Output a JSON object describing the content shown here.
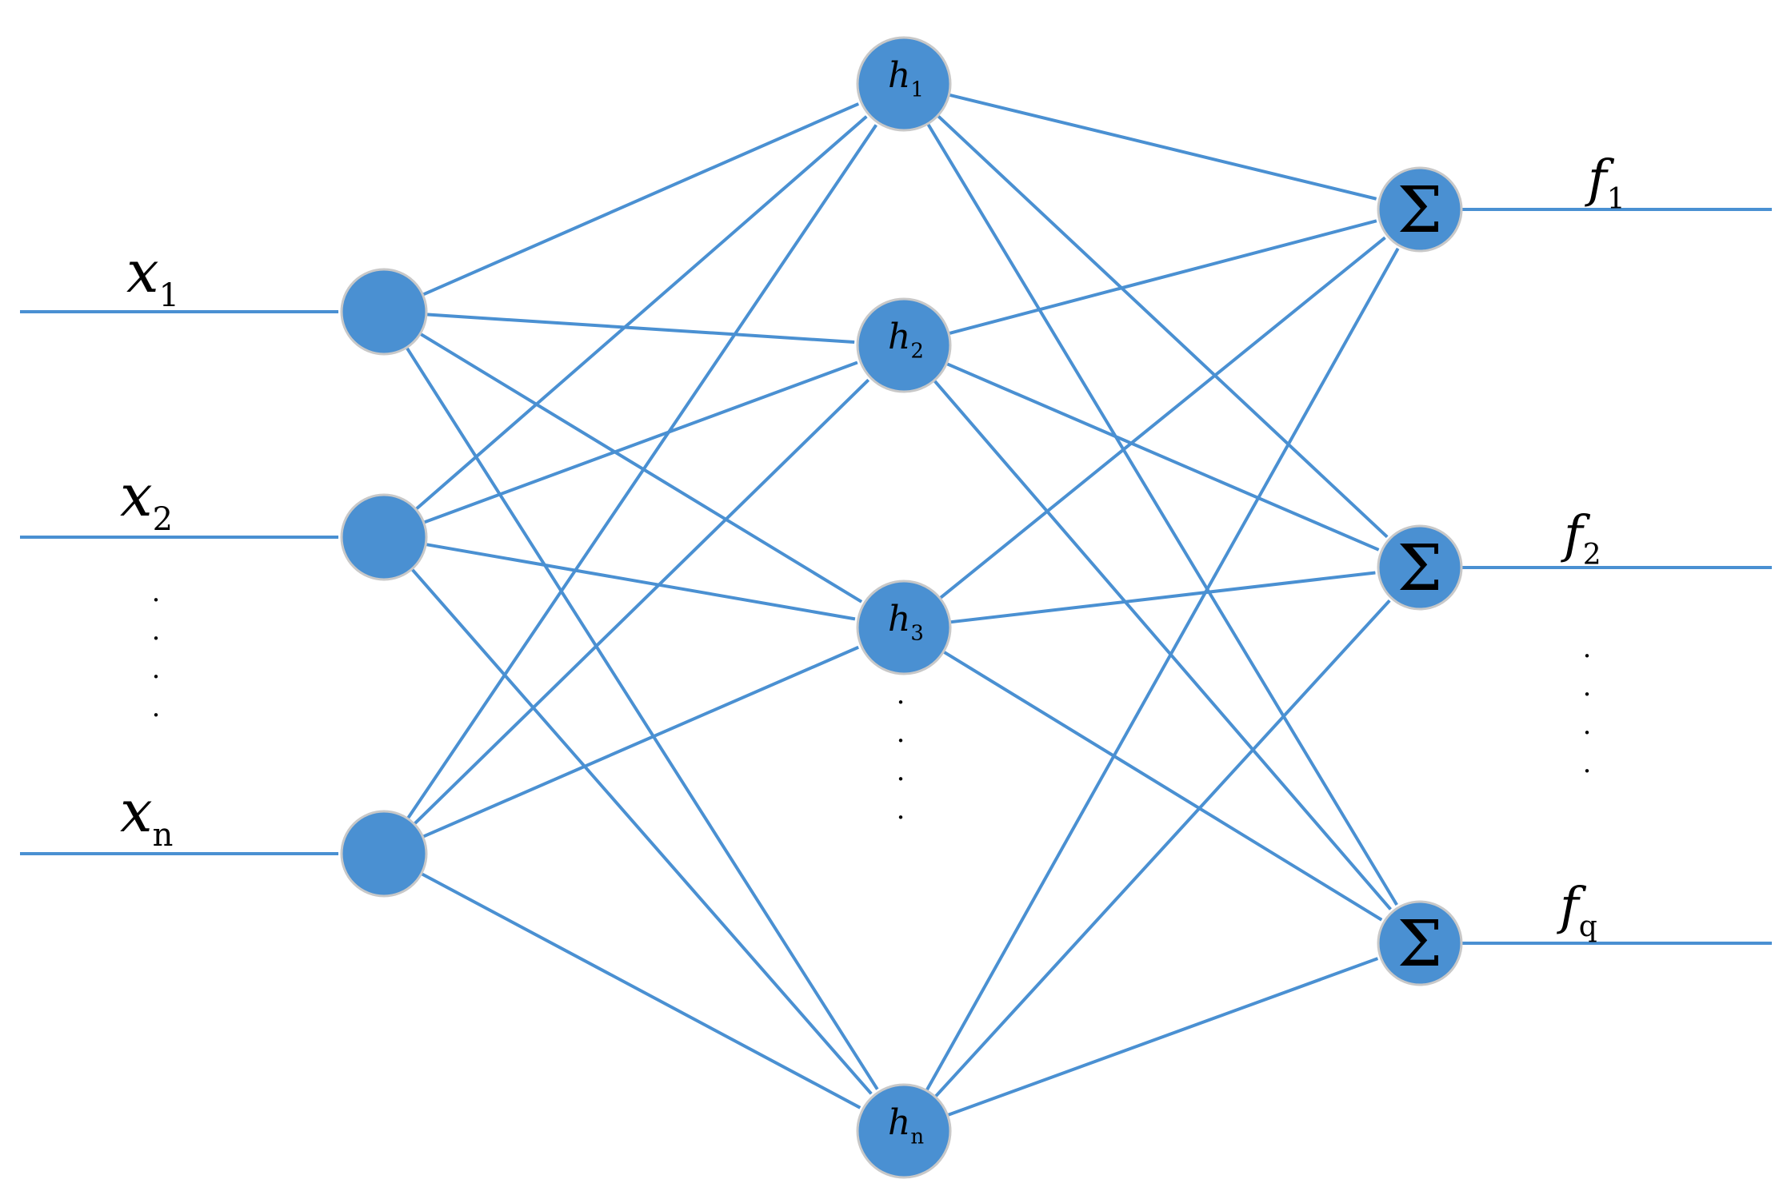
{
  "colors": {
    "accent": "#4a90d2",
    "node_outline": "#c8c8c8",
    "text": "#000000"
  },
  "inputs": [
    {
      "var": "x",
      "sub": "1"
    },
    {
      "var": "x",
      "sub": "2"
    },
    {
      "var": "x",
      "sub": "n"
    }
  ],
  "input_ellipsis": "·\n·\n·\n·",
  "hidden": [
    {
      "var": "h",
      "sub": "1"
    },
    {
      "var": "h",
      "sub": "2"
    },
    {
      "var": "h",
      "sub": "3"
    },
    {
      "var": "h",
      "sub": "n"
    }
  ],
  "hidden_ellipsis": "·\n·\n·\n·",
  "sum_symbol": "Σ",
  "outputs": [
    {
      "var": "f",
      "sub": "1"
    },
    {
      "var": "f",
      "sub": "2"
    },
    {
      "var": "f",
      "sub": "q"
    }
  ],
  "output_ellipsis": "·\n·\n·\n·"
}
